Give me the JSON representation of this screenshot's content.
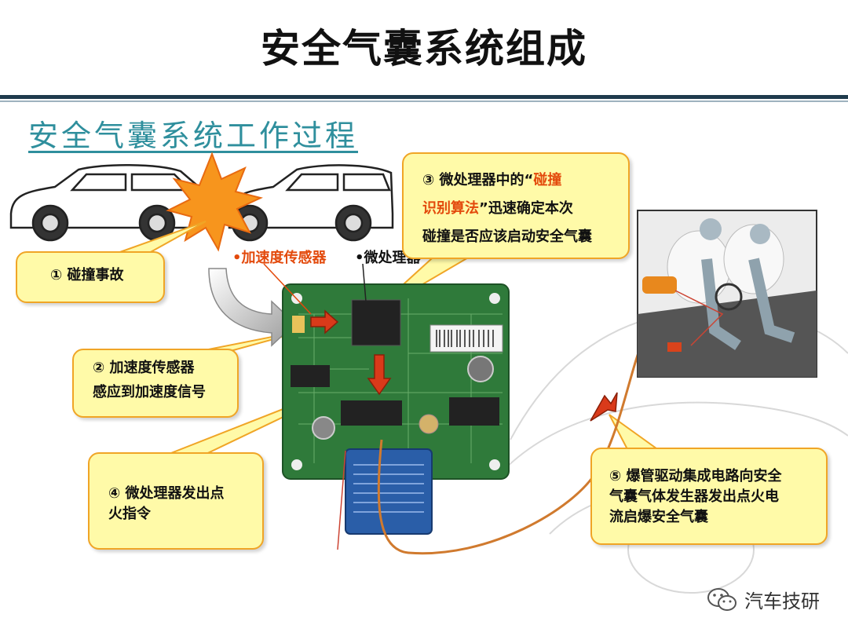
{
  "slide": {
    "title": "安全气囊系统组成",
    "section_title": "安全气囊系统工作过程"
  },
  "labels": {
    "accel_sensor": "•加速度传感器",
    "microprocessor": "•微处理器"
  },
  "callouts": {
    "step1": "① 碰撞事故",
    "step2_line1": "② 加速度传感器",
    "step2_line2": "感应到加速度信号",
    "step3_part1": "③ 微处理器中的“",
    "step3_red1": "碰撞",
    "step3_red2": "识别算法",
    "step3_part2": "”迅速确定本次",
    "step3_line3": "碰撞是否应该启动安全气囊",
    "step4_line1": "④ 微处理器发出点",
    "step4_line2": "火指令",
    "step5_line1": "⑤ 爆管驱动集成电路向安全",
    "step5_line2": "气囊气体发生器发出点火电",
    "step5_line3": "流启爆安全气囊"
  },
  "watermark": {
    "brand": "汽车技研"
  },
  "colors": {
    "callout_fill": "#fffaa8",
    "callout_border": "#f0a526",
    "accent_red": "#e34a0c",
    "title_teal": "#2f8f9d",
    "pcb_green": "#2f7a3a"
  }
}
